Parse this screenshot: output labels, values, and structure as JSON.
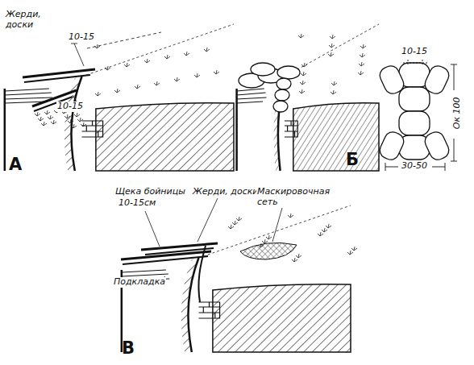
{
  "diagram": {
    "labels": [
      "Жерди, доски",
      "10-15",
      "10-15",
      "А",
      "10-15",
      "Ок 100",
      "30-50",
      "Б",
      "Щека бойницы",
      "10-15см",
      "Жерди, доски",
      "Маскировочная сеть",
      "Подкладка",
      "В"
    ]
  }
}
